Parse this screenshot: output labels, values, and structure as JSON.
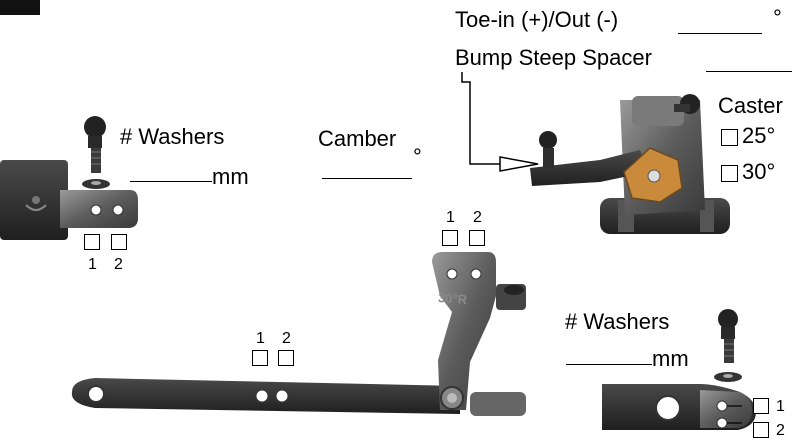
{
  "toe_label": "Toe-in (+)/Out (-)",
  "toe_unit": "°",
  "bump_label": "Bump Steep Spacer",
  "caster_label": "Caster",
  "caster_options": [
    "25°",
    "30°"
  ],
  "washers_left_label": "# Washers",
  "washers_left_unit": "mm",
  "washers_right_label": "# Washers",
  "washers_right_unit": "mm",
  "camber_label": "Camber",
  "camber_unit": "°",
  "hole_labels": {
    "left_bracket": [
      "1",
      "2"
    ],
    "upright": [
      "1",
      "2"
    ],
    "arm": [
      "1",
      "2"
    ],
    "right_arm": [
      "1",
      "2"
    ]
  },
  "upright_marking": "30°R",
  "colors": {
    "part_dark": "#2b2b2b",
    "part_grey": "#6e6e6e",
    "accent_orange": "#c98a3c"
  }
}
